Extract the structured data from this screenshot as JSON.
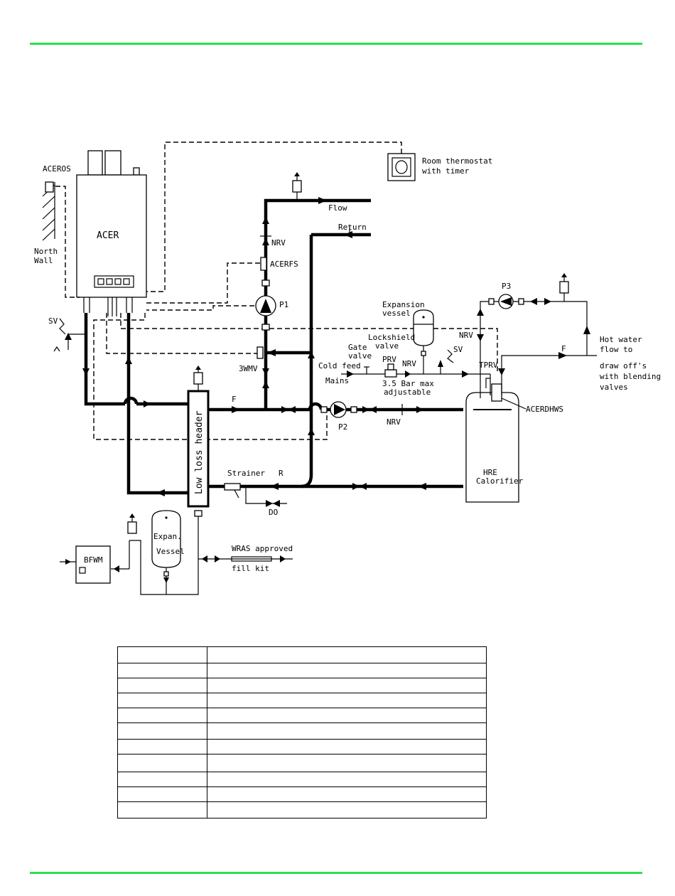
{
  "colors": {
    "rule": "#2ee04a",
    "line": "#000000"
  },
  "labels": {
    "aceros": "ACEROS",
    "north": "North",
    "wall": "Wall",
    "acer": "ACER",
    "room_thermostat_1": "Room thermostat",
    "room_thermostat_2": "with timer",
    "flow": "Flow",
    "return": "Return",
    "nrv_top": "NRV",
    "acerfs": "ACERFS",
    "p1": "P1",
    "sv_left": "SV",
    "threewmv": "3WMV",
    "expansion_1": "Expansion",
    "expansion_2": "vessel",
    "lockshield_1": "Lockshield",
    "lockshield_2": "valve",
    "gate_1": "Gate",
    "gate_2": "valve",
    "prv": "PRV",
    "nrv_mid": "NRV",
    "sv_right": "SV",
    "cold_feed": "Cold feed",
    "mains": "Mains",
    "bar_1": "3.5 Bar max",
    "bar_2": "adjustable",
    "p3": "P3",
    "nrv_right": "NRV",
    "tprv": "TPRV",
    "f_right": "F",
    "hot_1": "Hot water",
    "hot_2": "flow to",
    "hot_3": "draw off's",
    "hot_4": "with blending",
    "hot_5": "valves",
    "f_left": "F",
    "low_loss_header": "Low loss header",
    "p2": "P2",
    "nrv_bottom": "NRV",
    "acerdhws": "ACERDHWS",
    "strainer": "Strainer",
    "r": "R",
    "do": "DO",
    "hre": "HRE",
    "calorifier": "Calorifier",
    "expan_1": "Expan.",
    "expan_2": "Vessel",
    "bfwm": "BFWM",
    "wras_1": "WRAS approved",
    "wras_2": "fill kit"
  },
  "key_table": {
    "rows": [
      [
        "",
        ""
      ],
      [
        "",
        ""
      ],
      [
        "",
        ""
      ],
      [
        "",
        ""
      ],
      [
        "",
        ""
      ],
      [
        "",
        ""
      ],
      [
        "",
        ""
      ],
      [
        "",
        ""
      ],
      [
        "",
        ""
      ],
      [
        "",
        ""
      ],
      [
        "",
        ""
      ]
    ]
  }
}
